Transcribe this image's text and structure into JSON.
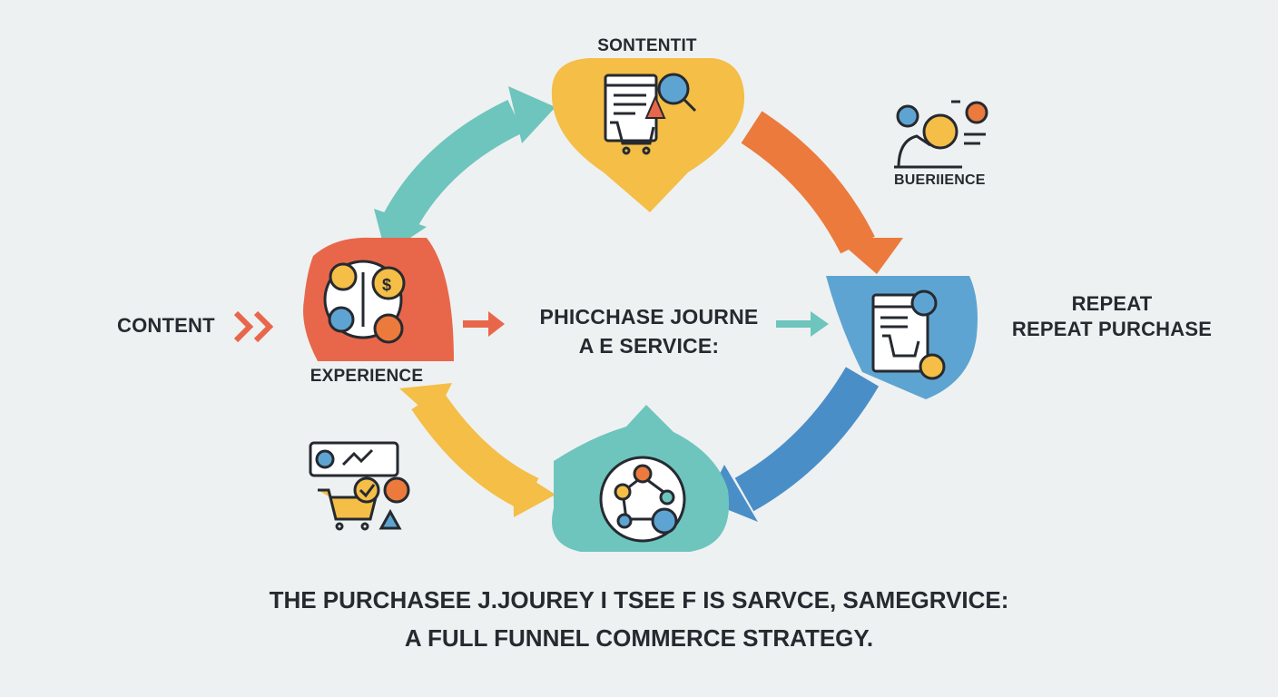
{
  "diagram": {
    "nodes": {
      "top": {
        "label": "SONTENTIT",
        "color": "#f4be47"
      },
      "left": {
        "label": "EXPERIENCE",
        "color": "#e8674b"
      },
      "right": {
        "label": "",
        "color": "#5ea4d2"
      },
      "bottom": {
        "label": "",
        "color": "#6ec5bd"
      }
    },
    "labels": {
      "content": "CONTENT",
      "buerhence": "BUERIIENCE",
      "center_line1": "PHICCHASE JOURNE",
      "center_line2": "A E SERVICE:",
      "repeat_line1": "REPEAT",
      "repeat_line2": "REPEAT PURCHASE"
    },
    "arrow_colors": {
      "teal": "#6ec5bd",
      "orange": "#ec7a3c",
      "blue": "#4a8ec8",
      "yellow": "#f4be47",
      "red": "#e8674b"
    },
    "title_line1": "THE PURCHASEE J.JOUREY I TSEE F IS SARVCE, SAMEGRVICE:",
    "title_line2": "A FULL FUNNEL COMMERCE STRATEGY."
  }
}
